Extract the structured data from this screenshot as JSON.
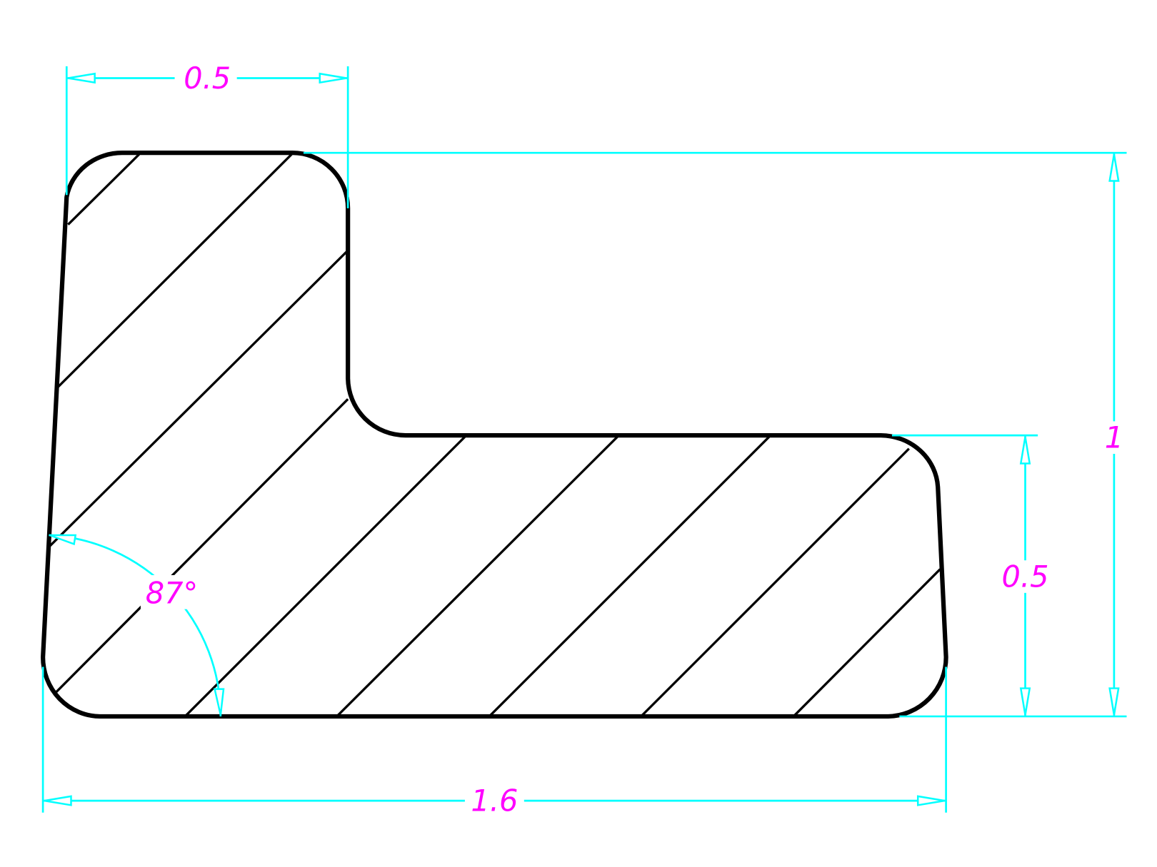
{
  "drawing": {
    "colors": {
      "outline": "#000000",
      "dimension": "#00ffff",
      "text": "#ff00ff",
      "background": "#ffffff"
    },
    "dimensions": {
      "top_width": "0.5",
      "total_height": "1",
      "lower_height": "0.5",
      "total_width": "1.6",
      "angle": "87°"
    }
  }
}
